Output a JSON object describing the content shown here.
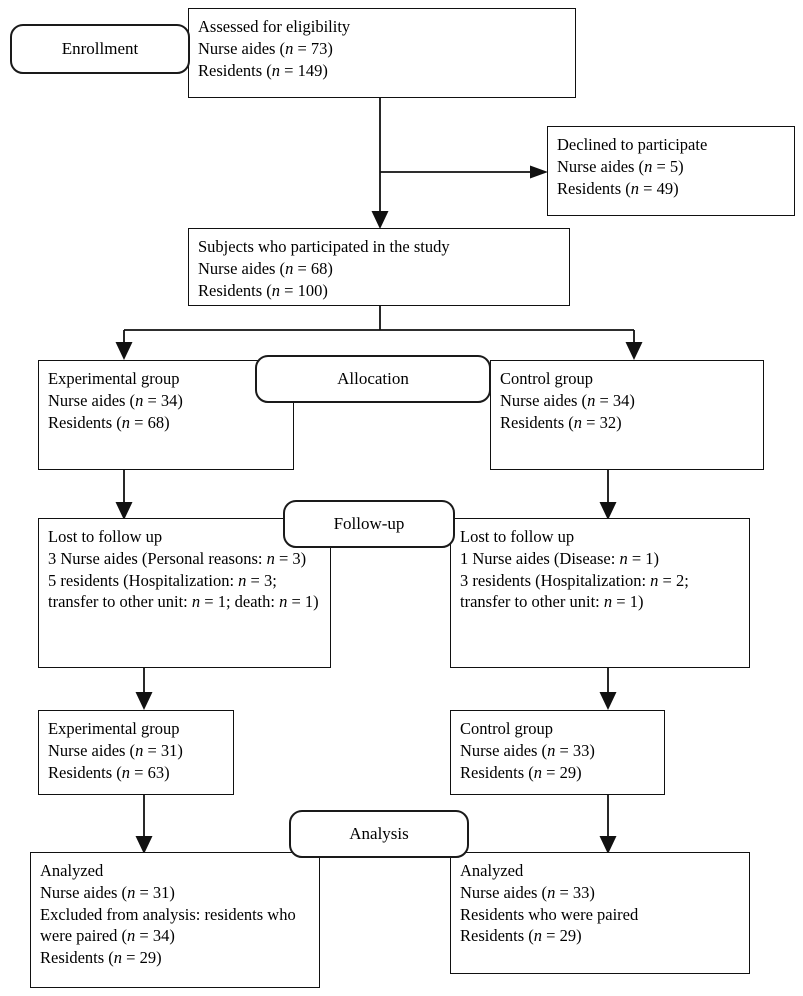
{
  "figure": {
    "type": "consort-flow-diagram",
    "title": "CONSORT participant flow diagram"
  },
  "stages": [
    {
      "id": "enrollment",
      "label": "Enrollment"
    },
    {
      "id": "allocation",
      "label": "Allocation"
    },
    {
      "id": "followup",
      "label": "Follow-up"
    },
    {
      "id": "analysis",
      "label": "Analysis"
    }
  ],
  "boxes": {
    "assessed": {
      "name": "assessed-for-eligibility",
      "lines": [
        "Assessed for eligibility",
        "Nurse aides (n = 73)",
        "Residents (n = 149)"
      ]
    },
    "declined": {
      "name": "declined-to-participate",
      "lines": [
        "Declined to participate",
        "Nurse aides (n = 5)",
        "Residents (n = 49)"
      ]
    },
    "participated": {
      "name": "subjects-participated",
      "lines": [
        "Subjects who participated in the study",
        "Nurse aides (n = 68)",
        "Residents (n = 100)"
      ]
    },
    "alloc_experimental": {
      "name": "allocation-experimental-group",
      "lines": [
        "Experimental group",
        "Nurse aides (n = 34)",
        "Residents (n = 68)"
      ]
    },
    "alloc_control": {
      "name": "allocation-control-group",
      "lines": [
        "Control group",
        "Nurse aides (n = 34)",
        "Residents (n = 32)"
      ]
    },
    "lost_experimental": {
      "name": "lost-to-followup-experimental",
      "lines": [
        "Lost to follow up",
        "3 Nurse aides (Personal reasons: n = 3)",
        "5  residents (Hospitalization: n = 3; transfer to other unit: n = 1; death: n = 1)"
      ]
    },
    "lost_control": {
      "name": "lost-to-followup-control",
      "lines": [
        "Lost to follow up",
        "1 Nurse aides (Disease: n = 1)",
        "3 residents (Hospitalization: n = 2; transfer to other unit: n = 1)"
      ]
    },
    "followup_experimental": {
      "name": "followup-experimental-group",
      "lines": [
        "Experimental group",
        "Nurse aides (n = 31)",
        "Residents (n = 63)"
      ]
    },
    "followup_control": {
      "name": "followup-control-group",
      "lines": [
        "Control group",
        "Nurse aides (n = 33)",
        "Residents (n = 29)"
      ]
    },
    "analyzed_experimental": {
      "name": "analyzed-experimental",
      "lines": [
        "Analyzed",
        "Nurse aides (n = 31)",
        "Excluded from analysis: residents who were paired (n = 34)",
        "Residents (n = 29)"
      ]
    },
    "analyzed_control": {
      "name": "analyzed-control",
      "lines": [
        "Analyzed",
        "Nurse aides (n = 33)",
        "Residents who were paired",
        "Residents (n = 29)"
      ]
    }
  },
  "chart_data": {
    "type": "diagram",
    "flow": [
      {
        "node": "Assessed for eligibility",
        "nurse_aides": 73,
        "residents": 149
      },
      {
        "node": "Declined to participate",
        "nurse_aides": 5,
        "residents": 49
      },
      {
        "node": "Subjects who participated in the study",
        "nurse_aides": 68,
        "residents": 100
      },
      {
        "node": "Allocation - Experimental group",
        "nurse_aides": 34,
        "residents": 68
      },
      {
        "node": "Allocation - Control group",
        "nurse_aides": 34,
        "residents": 32
      },
      {
        "node": "Lost to follow up - Experimental",
        "nurse_aides": 3,
        "residents": 5
      },
      {
        "node": "Lost to follow up - Control",
        "nurse_aides": 1,
        "residents": 3
      },
      {
        "node": "Follow-up - Experimental group",
        "nurse_aides": 31,
        "residents": 63
      },
      {
        "node": "Follow-up - Control group",
        "nurse_aides": 33,
        "residents": 29
      },
      {
        "node": "Analyzed - Experimental",
        "nurse_aides": 31,
        "residents": 29,
        "excluded_paired_residents": 34
      },
      {
        "node": "Analyzed - Control",
        "nurse_aides": 33,
        "residents": 29
      }
    ]
  },
  "colors": {
    "stroke": "#111111",
    "background": "#ffffff",
    "text": "#000000"
  }
}
